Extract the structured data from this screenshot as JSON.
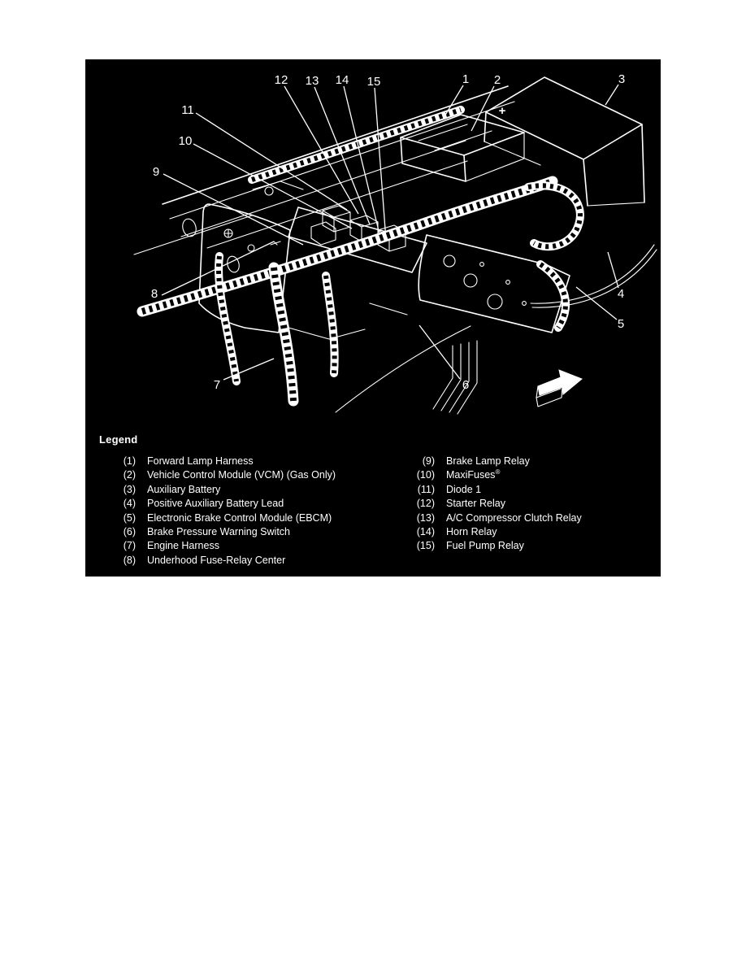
{
  "figure": {
    "background": "#000000",
    "line_color": "#ffffff",
    "battery_polarity": "+",
    "callouts": [
      {
        "n": "1"
      },
      {
        "n": "2"
      },
      {
        "n": "3"
      },
      {
        "n": "4"
      },
      {
        "n": "5"
      },
      {
        "n": "6"
      },
      {
        "n": "7"
      },
      {
        "n": "8"
      },
      {
        "n": "9"
      },
      {
        "n": "10"
      },
      {
        "n": "11"
      },
      {
        "n": "12"
      },
      {
        "n": "13"
      },
      {
        "n": "14"
      },
      {
        "n": "15"
      }
    ],
    "legend": {
      "title": "Legend",
      "left": [
        {
          "num": "(1)",
          "label": "Forward Lamp Harness"
        },
        {
          "num": "(2)",
          "label": "Vehicle Control Module (VCM) (Gas Only)"
        },
        {
          "num": "(3)",
          "label": "Auxiliary Battery"
        },
        {
          "num": "(4)",
          "label": "Positive Auxiliary Battery Lead"
        },
        {
          "num": "(5)",
          "label": "Electronic Brake Control Module (EBCM)"
        },
        {
          "num": "(6)",
          "label": "Brake Pressure Warning Switch"
        },
        {
          "num": "(7)",
          "label": "Engine Harness"
        },
        {
          "num": "(8)",
          "label": "Underhood Fuse-Relay Center"
        }
      ],
      "right": [
        {
          "num": "(9)",
          "label": "Brake Lamp Relay"
        },
        {
          "num": "(10)",
          "label": "MaxiFuses",
          "sup": "®"
        },
        {
          "num": "(11)",
          "label": "Diode 1"
        },
        {
          "num": "(12)",
          "label": "Starter Relay"
        },
        {
          "num": "(13)",
          "label": "A/C Compressor Clutch Relay"
        },
        {
          "num": "(14)",
          "label": "Horn Relay"
        },
        {
          "num": "(15)",
          "label": "Fuel Pump Relay"
        }
      ]
    }
  }
}
